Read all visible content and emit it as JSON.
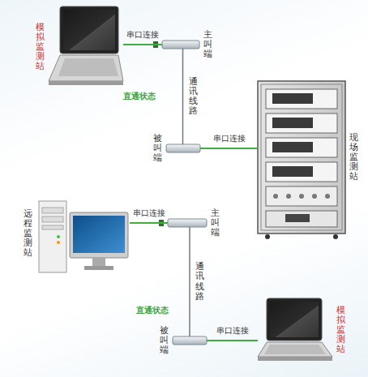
{
  "diagram": {
    "nodes": [
      {
        "text": [
          "模拟监测站"
        ]
      },
      {
        "text": [
          "主叫端"
        ]
      },
      {
        "text": [
          "被叫端"
        ]
      },
      {
        "text": [
          "现场监测站"
        ]
      },
      {
        "text": [
          "远程监测站"
        ]
      },
      {
        "text": [
          "主叫端"
        ]
      },
      {
        "text": [
          "被叫端"
        ]
      },
      {
        "text": [
          "模拟监测站"
        ]
      }
    ],
    "edges": [
      {
        "from": 0,
        "to": 1,
        "label": "串口连接",
        "arrow": "none"
      },
      {
        "from": 1,
        "to": 2,
        "label": "通讯线路",
        "arrow": "none"
      },
      {
        "from": 2,
        "to": 3,
        "label": "串口连接",
        "arrow": "none"
      },
      {
        "from": 4,
        "to": 5,
        "label": "串口连接",
        "arrow": "none"
      },
      {
        "from": 5,
        "to": 6,
        "label": "通讯线路",
        "arrow": "none"
      },
      {
        "from": 6,
        "to": 7,
        "label": "串口连接",
        "arrow": "none"
      }
    ],
    "labels": [
      "直通状态",
      "直通状态"
    ]
  }
}
